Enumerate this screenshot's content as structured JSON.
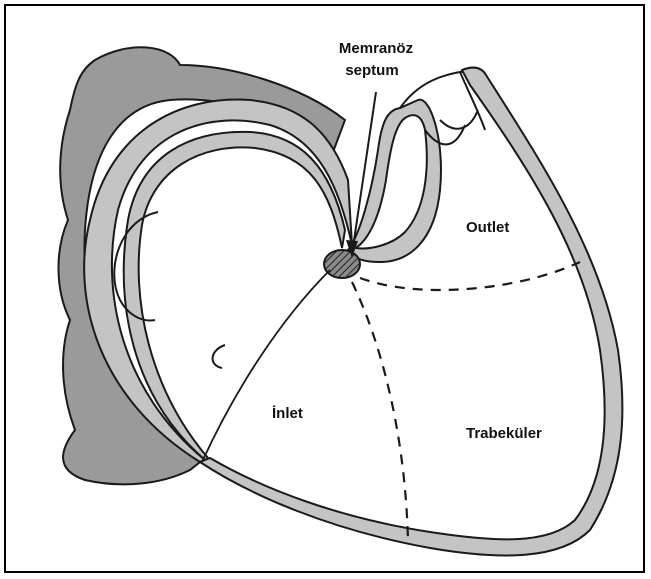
{
  "labels": {
    "membranous_line1": "Memranöz",
    "membranous_line2": "septum",
    "outlet": "Outlet",
    "inlet": "İnlet",
    "trabecular": "Trabeküler"
  },
  "colors": {
    "wall_fill": "#9a9a9a",
    "myocardium_fill": "#c4c4c4",
    "stroke": "#1a1a1a",
    "hatch": "#333333"
  }
}
